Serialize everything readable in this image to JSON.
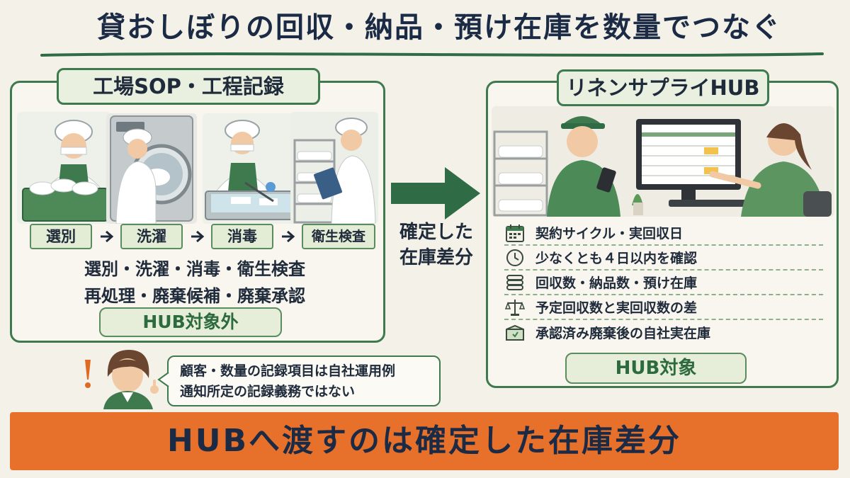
{
  "title": "貸おしぼりの回収・納品・預け在庫を数量でつなぐ",
  "left_panel": {
    "heading": "工場SOP・工程記録",
    "steps": [
      "選別",
      "洗濯",
      "消毒",
      "衛生検査"
    ],
    "line1": "選別・洗濯・消毒・衛生検査",
    "line2": "再処理・廃棄候補・廃棄承認",
    "pill": "HUB対象外"
  },
  "connector": {
    "line1": "確定した",
    "line2": "在庫差分"
  },
  "right_panel": {
    "heading": "リネンサプライHUB",
    "items": [
      {
        "icon": "calendar-icon",
        "label": "契約サイクル・実回収日"
      },
      {
        "icon": "clock-icon",
        "label": "少なくとも４日以内を確認"
      },
      {
        "icon": "towel-stack-icon",
        "label": "回収数・納品数・預け在庫"
      },
      {
        "icon": "balance-scale-icon",
        "label": "予定回収数と実回収数の差"
      },
      {
        "icon": "box-icon",
        "label": "承認済み廃棄後の自社実在庫"
      }
    ],
    "pill": "HUB対象"
  },
  "note": {
    "line1": "顧客・数量の記録項目は自社運用例",
    "line2": "通知所定の記録義務ではない"
  },
  "banner": "HUBへ渡すのは確定した在庫差分",
  "colors": {
    "green": "#3f7a4e",
    "orange": "#e7702a",
    "navy": "#1c2b45",
    "background": "#f4f1e8"
  }
}
